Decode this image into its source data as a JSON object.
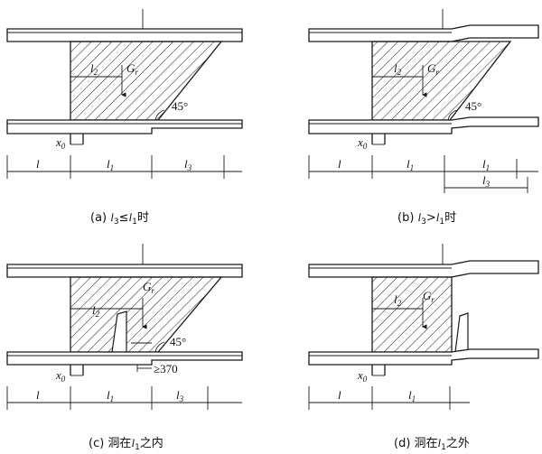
{
  "panels": [
    {
      "id": "a",
      "caption_prefix": "(a) ",
      "caption_l3": "l",
      "caption_l3_sub": "3",
      "caption_rel": "≤",
      "caption_l1": "l",
      "caption_l1_sub": "1",
      "caption_suffix": "时",
      "l2": "l",
      "l2_sub": "2",
      "g": "G",
      "g_sub": "r",
      "angle": "45°",
      "x0": "x",
      "x0_sub": "0",
      "dim_l": "l",
      "dim_l1": "l",
      "dim_l1_sub": "1",
      "dim_l3": "l",
      "dim_l3_sub": "3"
    },
    {
      "id": "b",
      "caption_prefix": "(b) ",
      "caption_l3": "l",
      "caption_l3_sub": "3",
      "caption_rel": ">",
      "caption_l1": "l",
      "caption_l1_sub": "1",
      "caption_suffix": "时",
      "l2": "l",
      "l2_sub": "2",
      "g": "G",
      "g_sub": "r",
      "angle": "45°",
      "x0": "x",
      "x0_sub": "0",
      "dim_l": "l",
      "dim_l1": "l",
      "dim_l1_sub": "1",
      "dim_l1b": "l",
      "dim_l1b_sub": "1",
      "dim_l3": "l",
      "dim_l3_sub": "3"
    },
    {
      "id": "c",
      "caption_prefix": "(c) 洞在",
      "caption_l1": "l",
      "caption_l1_sub": "1",
      "caption_suffix": "之内",
      "l2": "l",
      "l2_sub": "2",
      "g": "G",
      "g_sub": "r",
      "angle": "45°",
      "min_dim": "≥370",
      "x0": "x",
      "x0_sub": "0",
      "dim_l": "l",
      "dim_l1": "l",
      "dim_l1_sub": "1",
      "dim_l3": "l",
      "dim_l3_sub": "3"
    },
    {
      "id": "d",
      "caption_prefix": "(d) 洞在",
      "caption_l1": "l",
      "caption_l1_sub": "1",
      "caption_suffix": "之外",
      "l2": "l",
      "l2_sub": "2",
      "g": "G",
      "g_sub": "r",
      "x0": "x",
      "x0_sub": "0",
      "dim_l": "l",
      "dim_l1": "l",
      "dim_l1_sub": "1"
    }
  ]
}
